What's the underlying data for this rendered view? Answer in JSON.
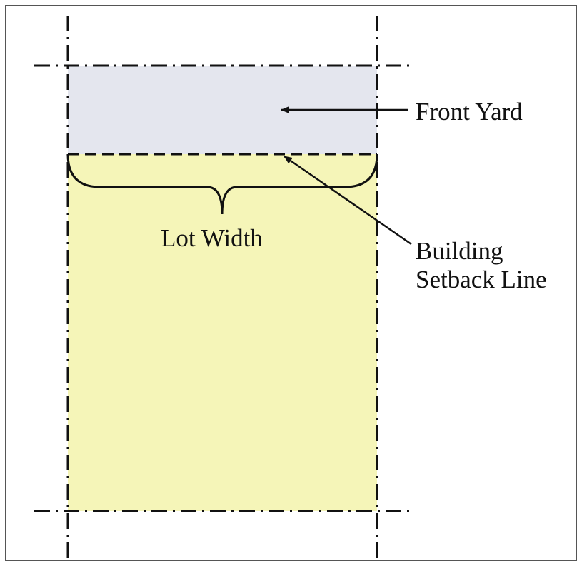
{
  "colors": {
    "front_yard_fill": "#e4e6ee",
    "lot_fill": "#f5f5b8",
    "line_color": "#111111"
  },
  "labels": {
    "front_yard": "Front Yard",
    "lot_width": "Lot Width",
    "building_setback_line": [
      "Building",
      "Setback Line"
    ]
  }
}
